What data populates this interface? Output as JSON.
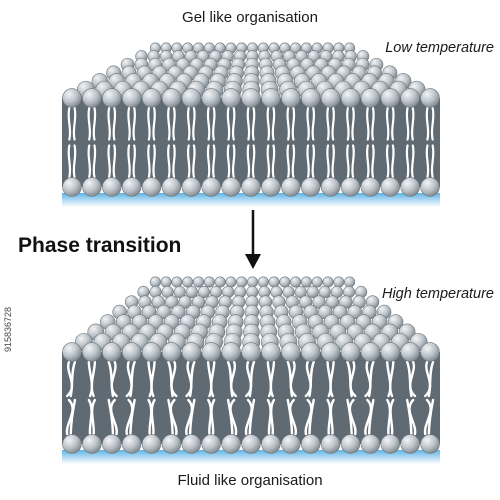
{
  "labels": {
    "gel": "Gel like organisation",
    "low_temp": "Low temperature",
    "phase": "Phase transition",
    "high_temp": "High temperature",
    "fluid": "Fluid like organisation",
    "credit": "915836728"
  },
  "colors": {
    "head": "#b9c0c6",
    "head_stroke": "#6f7880",
    "body": "#5f6a72",
    "tail": "#ffffff",
    "water": "#7ec3ec",
    "arrow": "#111111"
  },
  "icons": [
    "down-arrow-icon"
  ]
}
